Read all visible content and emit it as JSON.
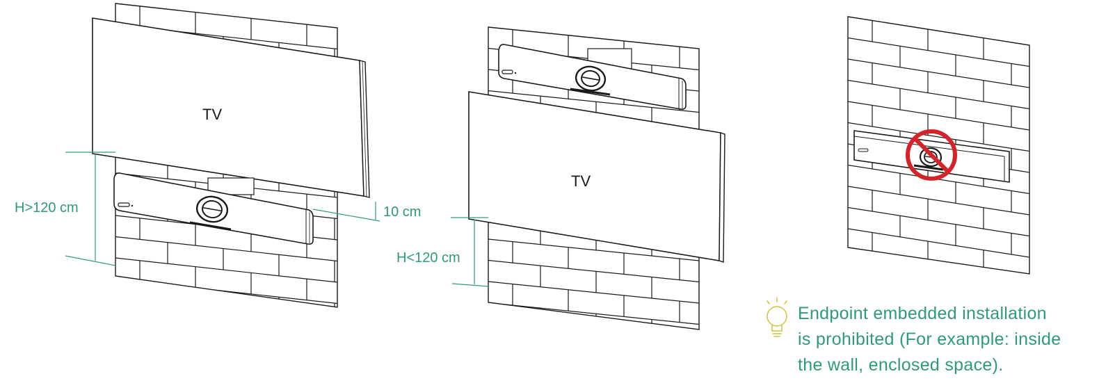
{
  "diagram": {
    "tv_label": "TV",
    "dim_height_above": "H>120 cm",
    "dim_gap": "10 cm",
    "dim_height_below": "H<120 cm",
    "note_lines": [
      "Endpoint embedded installation",
      "is prohibited (For example: inside",
      "the wall, enclosed space)."
    ],
    "icons": {
      "tip": "lightbulb-icon",
      "prohibited": "prohibited-icon"
    },
    "colors": {
      "line": "#1a1a1a",
      "dimension": "#2e9c73",
      "note_text": "#2e9c73",
      "prohibited": "#d6232a",
      "tip_icon": "#d4c236"
    }
  }
}
